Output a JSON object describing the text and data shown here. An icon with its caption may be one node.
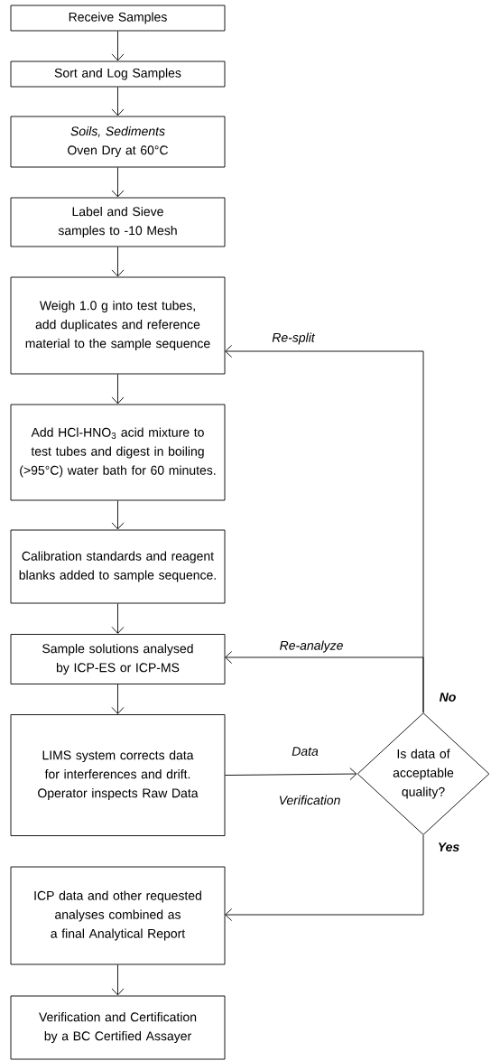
{
  "diagram": {
    "nodes": [
      {
        "text": [
          "Receive Samples"
        ]
      },
      {
        "text": [
          "Sort and Log Samples"
        ]
      },
      {
        "text": [
          "Soils, Sediments",
          "Oven Dry at 60°C"
        ]
      },
      {
        "text": [
          "Label and Sieve samples to -10 Mesh"
        ]
      },
      {
        "text": [
          "Weigh 1.0 g into test tubes, add duplicates and reference material to the sample sequence"
        ]
      },
      {
        "text": [
          "Add HCl-HNO$_{3}$ acid mixture to test tubes and digest in boiling (>95°C) water bath for 60 minutes."
        ]
      },
      {
        "text": [
          "Calibration standards and reagent blanks added to sample sequence."
        ]
      },
      {
        "text": [
          "Sample solutions analysed by ICP-ES or ICP-MS"
        ]
      },
      {
        "text": [
          "LIMS system corrects data for interferences and drift. Operator inspects Raw Data"
        ]
      },
      {
        "text": [
          "Is data of acceptable quality?"
        ]
      },
      {
        "text": [
          "ICP data and other requested analyses combined as a final Analytical Report"
        ]
      },
      {
        "text": [
          "Verification and Certification by a BC Certified Assayer"
        ]
      }
    ],
    "edges": [
      {
        "from": 0,
        "to": 1,
        "arrow": "to"
      },
      {
        "from": 1,
        "to": 2,
        "arrow": "to"
      },
      {
        "from": 2,
        "to": 3,
        "arrow": "to"
      },
      {
        "from": 3,
        "to": 4,
        "arrow": "to"
      },
      {
        "from": 4,
        "to": 5,
        "arrow": "to"
      },
      {
        "from": 5,
        "to": 6,
        "arrow": "to"
      },
      {
        "from": 6,
        "to": 7,
        "arrow": "to"
      },
      {
        "from": 7,
        "to": 8,
        "arrow": "to"
      },
      {
        "from": 8,
        "to": 9,
        "arrow": "to",
        "label": "Data"
      },
      {
        "from": 9,
        "to": 4,
        "arrow": "to",
        "label": "Re-split"
      },
      {
        "from": 9,
        "to": 7,
        "arrow": "to",
        "label": "Re-analyze"
      },
      {
        "from": 9,
        "to": 10,
        "arrow": "to",
        "label": "Yes"
      },
      {
        "from": 10,
        "to": 11,
        "arrow": "to"
      }
    ],
    "labels": [
      "No",
      "Verification"
    ]
  }
}
